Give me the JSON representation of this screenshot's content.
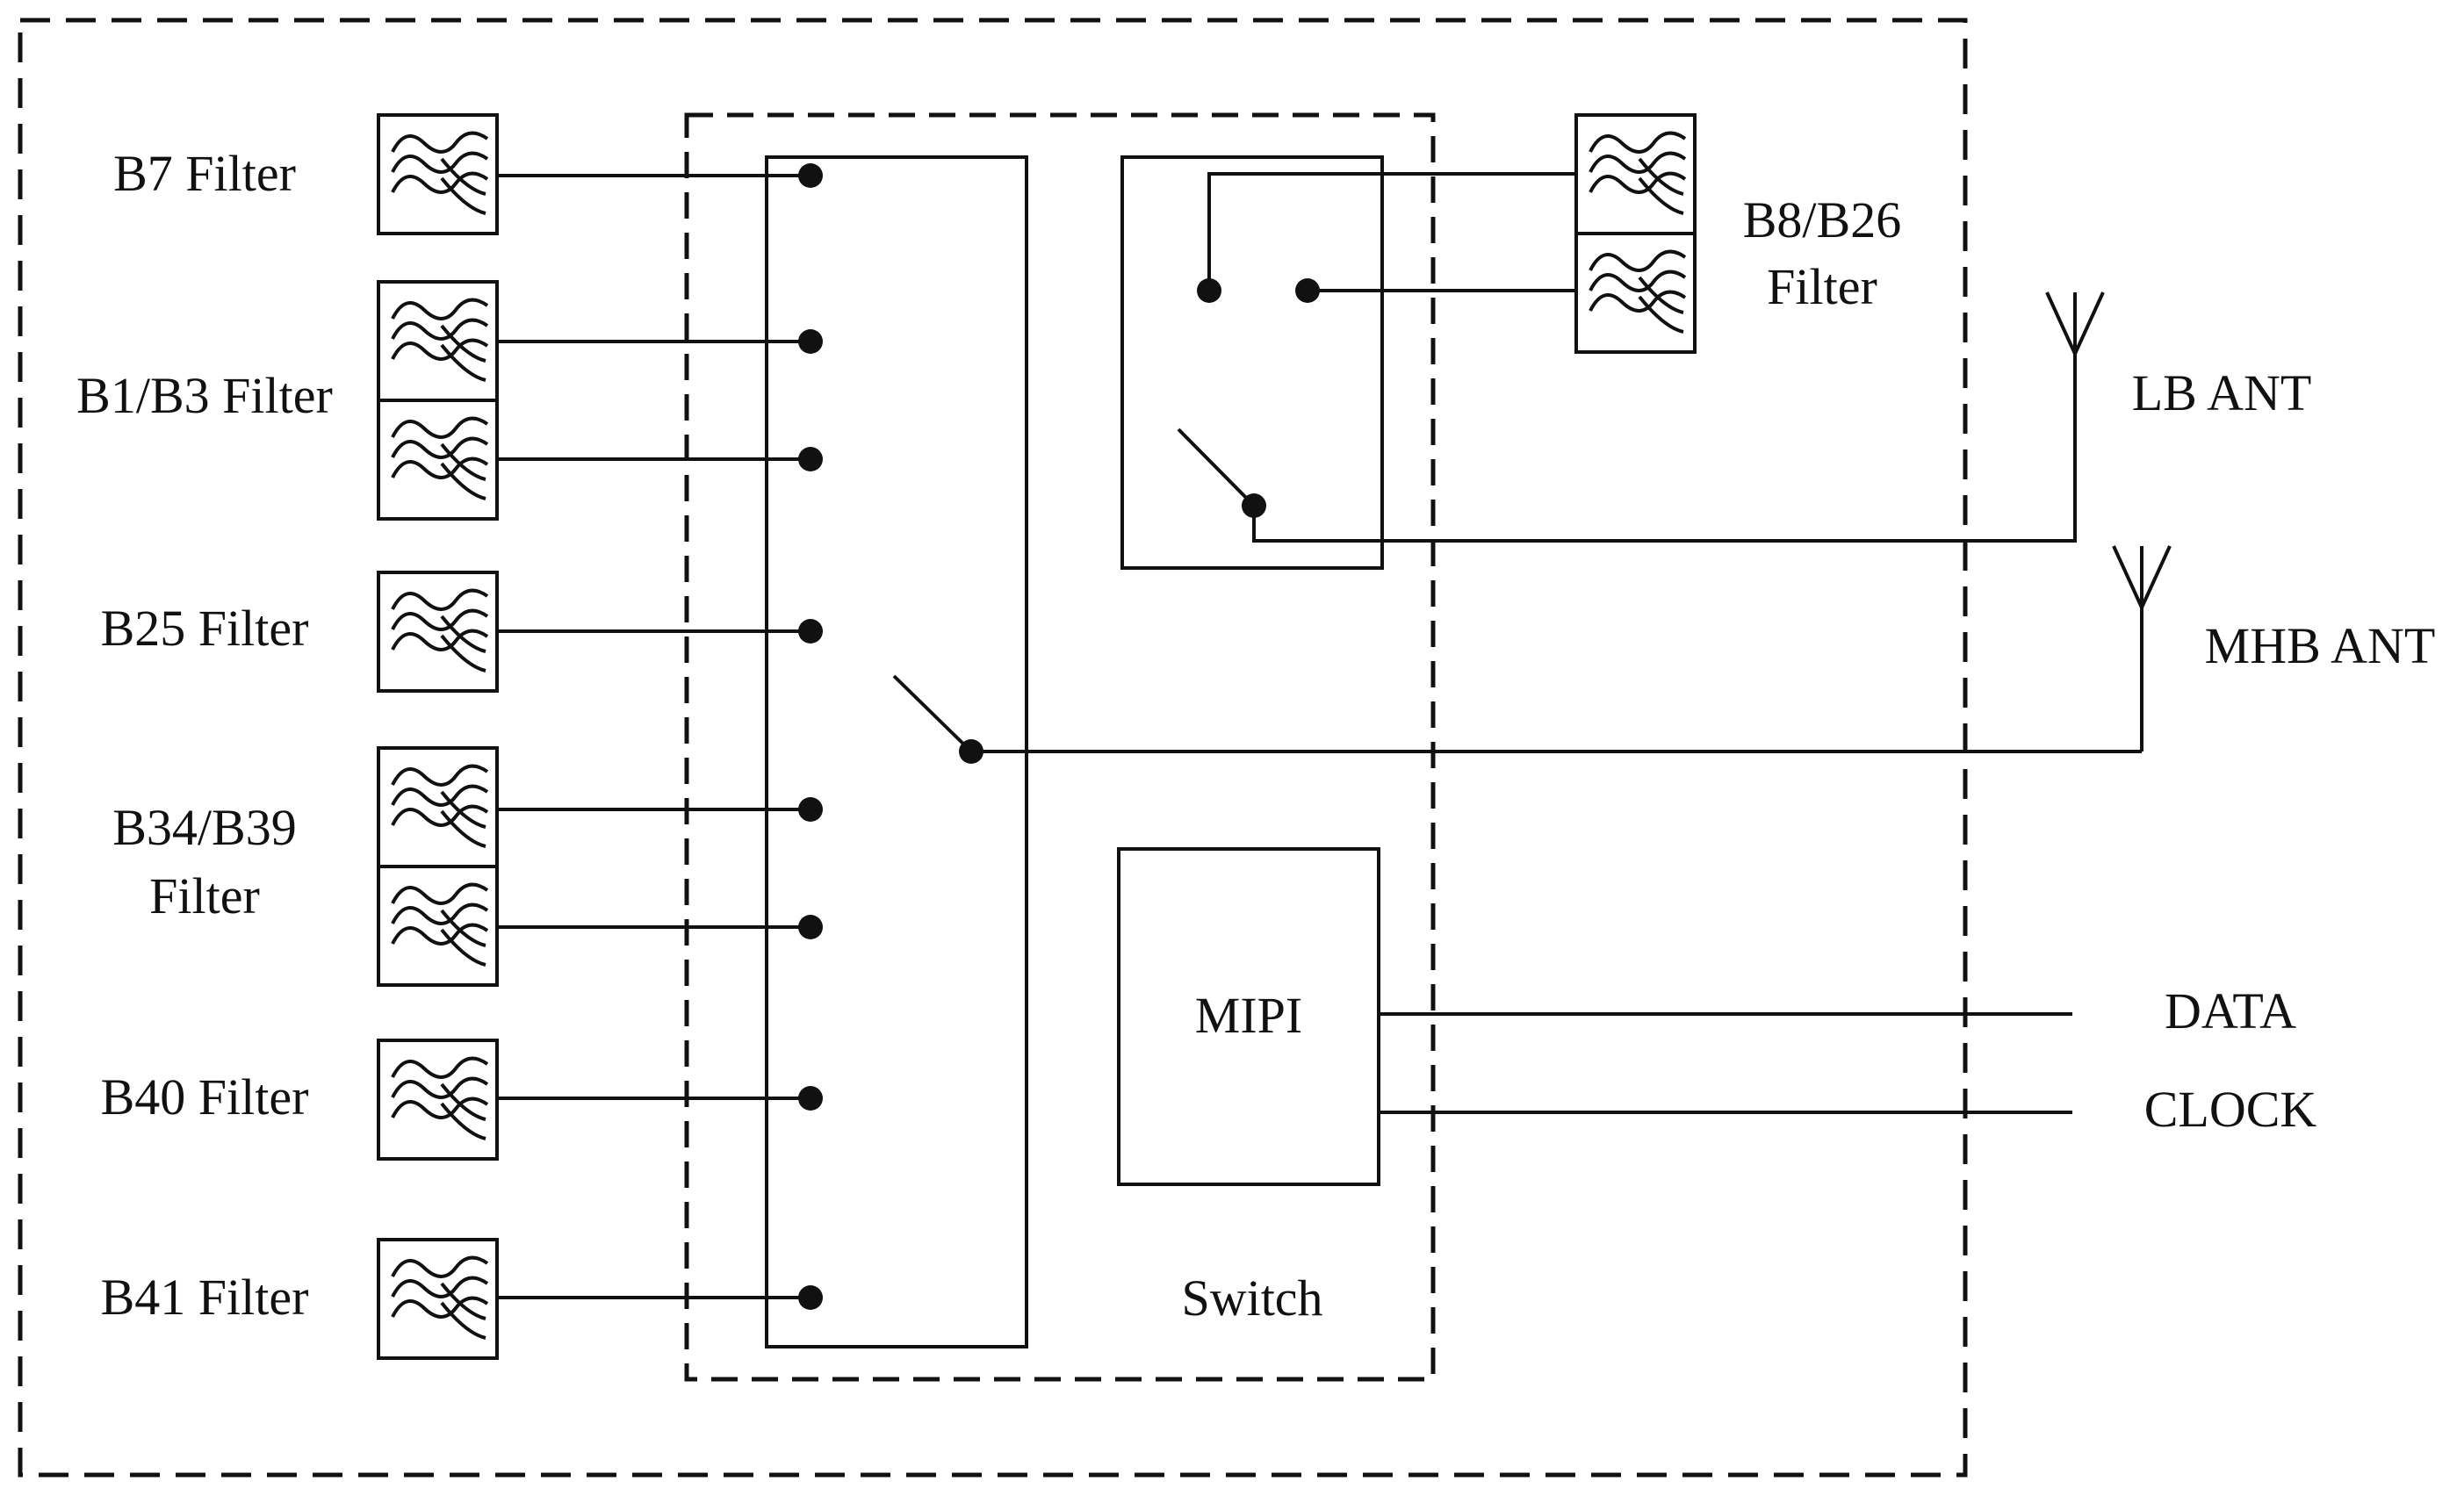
{
  "colors": {
    "ink": "#111111",
    "background": "#ffffff"
  },
  "labels": {
    "b7": "B7 Filter",
    "b1b3": "B1/B3 Filter",
    "b25": "B25 Filter",
    "b34b39_line1": "B34/B39",
    "b34b39_line2": "Filter",
    "b40": "B40 Filter",
    "b41": "B41 Filter",
    "b8b26_line1": "B8/B26",
    "b8b26_line2": "Filter",
    "lb_ant": "LB ANT",
    "mhb_ant": "MHB ANT",
    "mipi": "MIPI",
    "data": "DATA",
    "clock": "CLOCK",
    "switch": "Switch"
  },
  "icons": {
    "filter": "bandpass-filter-icon",
    "antenna": "antenna-icon"
  }
}
